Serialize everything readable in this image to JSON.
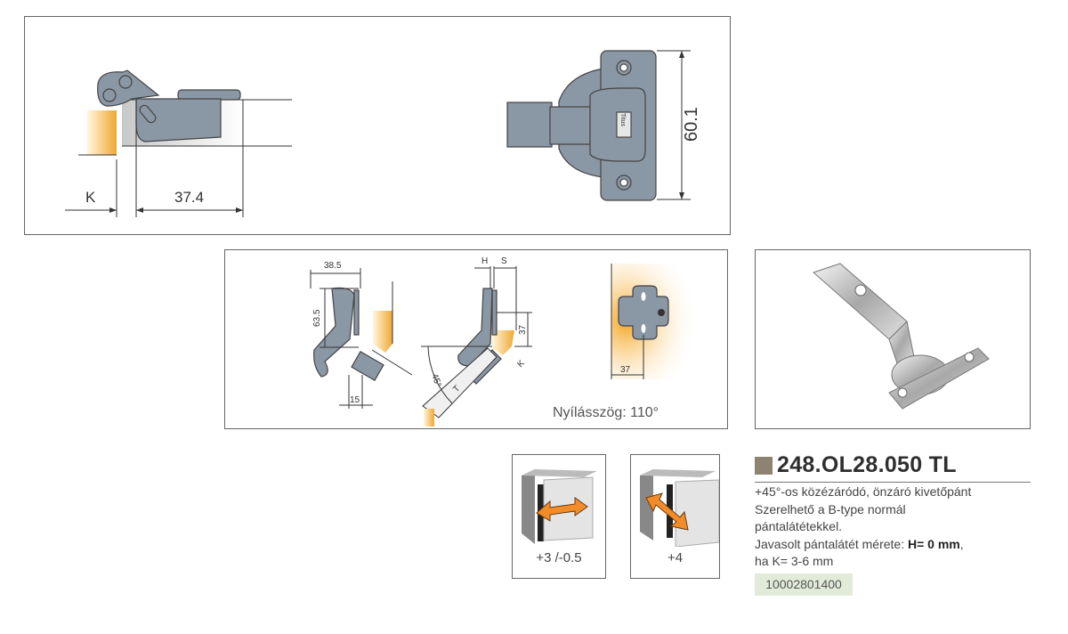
{
  "top_drawing": {
    "dim_k": "K",
    "dim_depth": "37.4",
    "dim_height": "60.1",
    "logo_text": "Titus"
  },
  "middle_drawing": {
    "dim_width": "38.5",
    "dim_height": "63.5",
    "dim_15": "15",
    "dim_h": "H",
    "dim_s": "S",
    "dim_37": "37",
    "dim_angle": "45°",
    "dim_t": "T",
    "dim_k": "K",
    "plate_dim": "37",
    "opening_angle": "Nyílásszög: 110°"
  },
  "adjustments": [
    {
      "label": "+3 /-0.5"
    },
    {
      "label": "+4"
    }
  ],
  "product": {
    "code": "248.OL28.050 TL",
    "description": [
      "+45°-os közézáródó, önzáró kivetőpánt",
      "Szerelhető a B-type normál",
      "pántalátétekkel."
    ],
    "recommend_prefix": "Javasolt pántalátét mérete: ",
    "recommend_bold": "H= 0 mm",
    "recommend_suffix": ",",
    "condition": "ha K= 3-6 mm",
    "article_number": "10002801400"
  },
  "colors": {
    "accent_square": "#8d8371",
    "badge_bg": "#e2ebd8",
    "wood": "#f0b040"
  }
}
